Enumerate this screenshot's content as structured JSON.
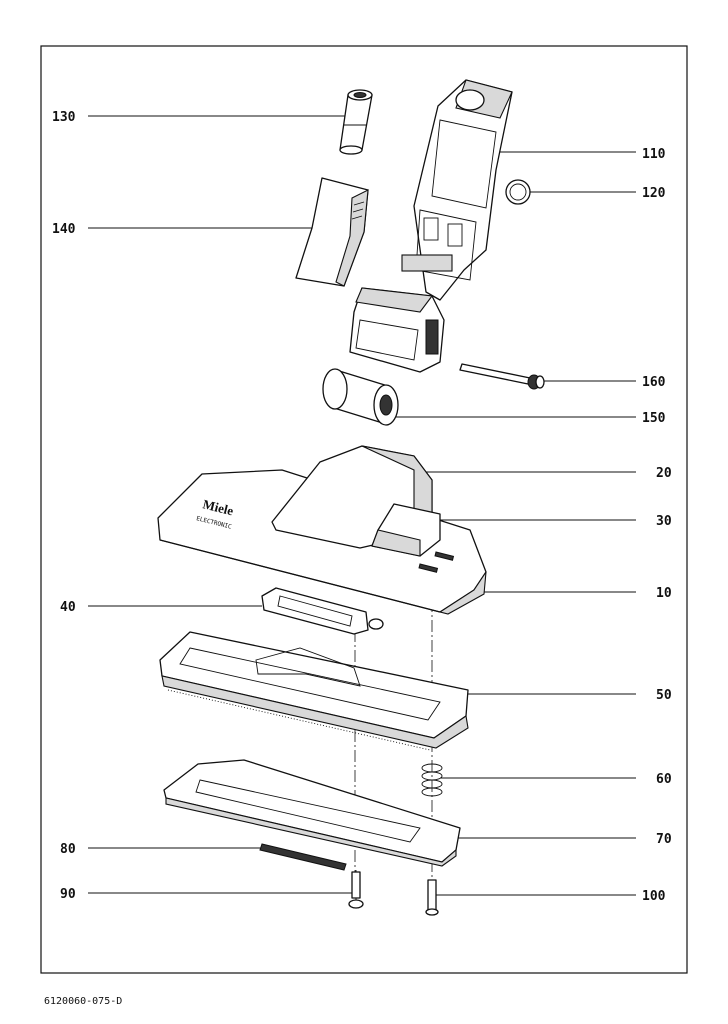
{
  "drawing_number": "6120060-075-D",
  "callouts": [
    {
      "id": "130",
      "label": "130",
      "side": "left"
    },
    {
      "id": "140",
      "label": "140",
      "side": "left"
    },
    {
      "id": "110",
      "label": "110",
      "side": "right"
    },
    {
      "id": "120",
      "label": "120",
      "side": "right"
    },
    {
      "id": "160",
      "label": "160",
      "side": "right"
    },
    {
      "id": "150",
      "label": "150",
      "side": "right"
    },
    {
      "id": "20",
      "label": "20",
      "side": "right"
    },
    {
      "id": "30",
      "label": "30",
      "side": "right"
    },
    {
      "id": "10",
      "label": "10",
      "side": "right"
    },
    {
      "id": "40",
      "label": "40",
      "side": "left"
    },
    {
      "id": "50",
      "label": "50",
      "side": "right"
    },
    {
      "id": "60",
      "label": "60",
      "side": "right"
    },
    {
      "id": "70",
      "label": "70",
      "side": "right"
    },
    {
      "id": "80",
      "label": "80",
      "side": "left"
    },
    {
      "id": "90",
      "label": "90",
      "side": "left"
    },
    {
      "id": "100",
      "label": "100",
      "side": "right"
    }
  ],
  "brand": {
    "name": "Miele",
    "subline": "ELECTRONIC"
  }
}
